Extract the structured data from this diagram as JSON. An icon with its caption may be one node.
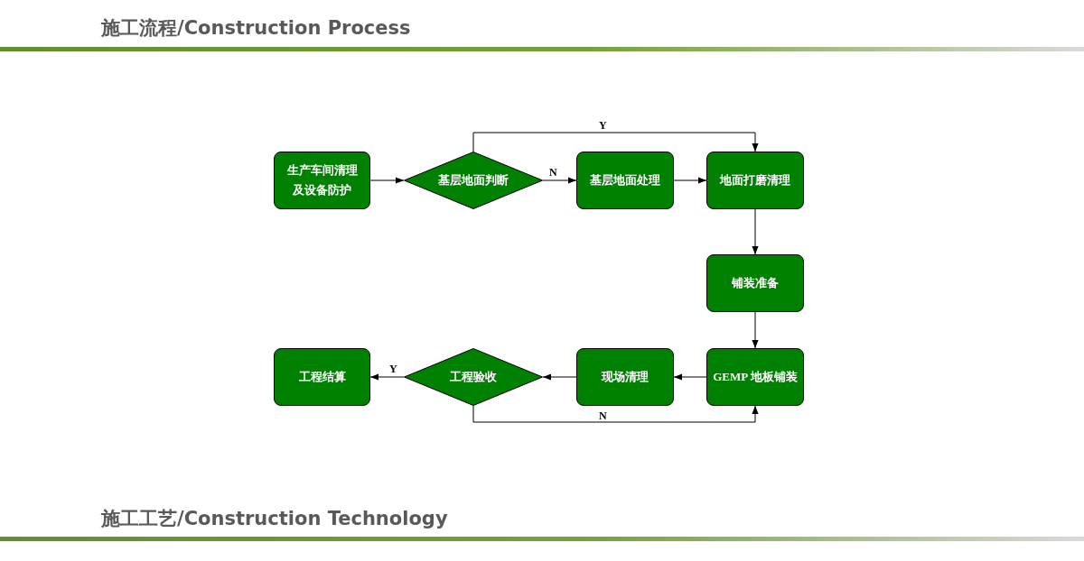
{
  "diagram": {
    "title": "施工流程/Construction Process",
    "nodes": [
      {
        "text": [
          "生产车间清理及设备防护"
        ]
      },
      {
        "text": [
          "基层地面判断"
        ]
      },
      {
        "text": [
          "基层地面处理"
        ]
      },
      {
        "text": [
          "地面打磨清理"
        ]
      },
      {
        "text": [
          "铺装准备"
        ]
      },
      {
        "text": [
          "GEMP 地板铺装"
        ]
      },
      {
        "text": [
          "现场清理"
        ]
      },
      {
        "text": [
          "工程验收"
        ]
      },
      {
        "text": [
          "工程结算"
        ]
      }
    ],
    "edges": [
      {
        "from": 0,
        "to": 1,
        "arrow": "to"
      },
      {
        "from": 1,
        "to": 2,
        "arrow": "to",
        "label": "N"
      },
      {
        "from": 1,
        "to": 3,
        "arrow": "to",
        "label": "Y"
      },
      {
        "from": 2,
        "to": 3,
        "arrow": "to"
      },
      {
        "from": 3,
        "to": 4,
        "arrow": "to"
      },
      {
        "from": 4,
        "to": 5,
        "arrow": "to"
      },
      {
        "from": 5,
        "to": 6,
        "arrow": "to"
      },
      {
        "from": 6,
        "to": 7,
        "arrow": "to"
      },
      {
        "from": 7,
        "to": 8,
        "arrow": "to",
        "label": "Y"
      },
      {
        "from": 7,
        "to": 5,
        "arrow": "to",
        "label": "N"
      }
    ],
    "labels": [
      "施工工艺/Construction Technology"
    ]
  }
}
